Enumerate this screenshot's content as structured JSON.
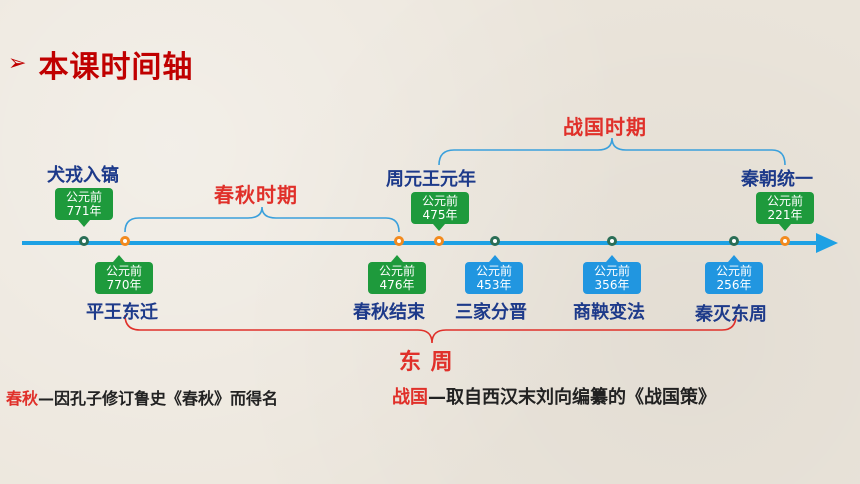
{
  "title": {
    "arrow": "➢",
    "text": "本课时间轴"
  },
  "periods": {
    "chunqiu": "春秋时期",
    "zhanguo": "战国时期",
    "dongzhou": "东 周"
  },
  "events": {
    "e1": {
      "label": "犬戎入镐",
      "badge_line1": "公元前",
      "badge_line2": "771年"
    },
    "e2": {
      "label": "平王东迁",
      "badge_line1": "公元前",
      "badge_line2": "770年"
    },
    "e3": {
      "label": "春秋结束",
      "badge_line1": "公元前",
      "badge_line2": "476年"
    },
    "e4": {
      "label": "周元王元年",
      "badge_line1": "公元前",
      "badge_line2": "475年"
    },
    "e5": {
      "label": "三家分晋",
      "badge_line1": "公元前",
      "badge_line2": "453年"
    },
    "e6": {
      "label": "商鞅变法",
      "badge_line1": "公元前",
      "badge_line2": "356年"
    },
    "e7": {
      "label": "秦灭东周",
      "badge_line1": "公元前",
      "badge_line2": "256年"
    },
    "e8": {
      "label": "秦朝统一",
      "badge_line1": "公元前",
      "badge_line2": "221年"
    }
  },
  "notes": {
    "chunqiu_term": "春秋",
    "chunqiu_text": "—因孔子修订鲁史《春秋》而得名",
    "zhanguo_term": "战国",
    "zhanguo_text": "—取自西汉末刘向编纂的《战国策》"
  },
  "colors": {
    "title": "#c00000",
    "axis": "#1ea1e4",
    "badge_green": "#1e9a3c",
    "badge_blue": "#2196e0",
    "event_text": "#1d3a8a",
    "period_red": "#e0302a"
  }
}
